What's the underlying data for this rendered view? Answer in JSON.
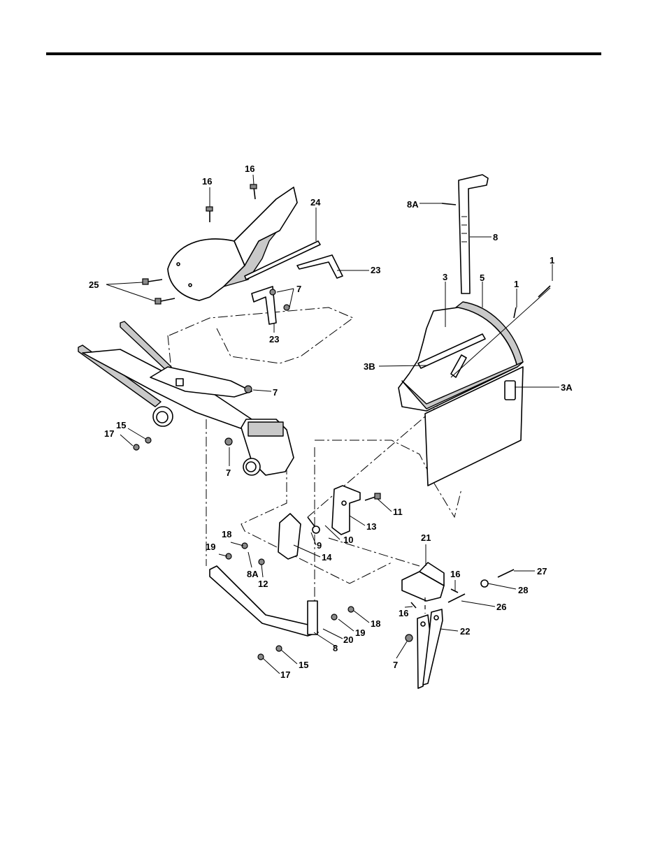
{
  "callouts": [
    {
      "id": "c16a",
      "text": "16"
    },
    {
      "id": "c16b",
      "text": "16"
    },
    {
      "id": "c24",
      "text": "24"
    },
    {
      "id": "c25",
      "text": "25"
    },
    {
      "id": "c23a",
      "text": "23"
    },
    {
      "id": "c7a",
      "text": "7"
    },
    {
      "id": "c23b",
      "text": "23"
    },
    {
      "id": "c7b",
      "text": "7"
    },
    {
      "id": "c15a",
      "text": "15"
    },
    {
      "id": "c17a",
      "text": "17"
    },
    {
      "id": "c7c",
      "text": "7"
    },
    {
      "id": "c8Aa",
      "text": "8A"
    },
    {
      "id": "c8a",
      "text": "8"
    },
    {
      "id": "c1a",
      "text": "1"
    },
    {
      "id": "c3",
      "text": "3"
    },
    {
      "id": "c5",
      "text": "5"
    },
    {
      "id": "c1b",
      "text": "1"
    },
    {
      "id": "c3B",
      "text": "3B"
    },
    {
      "id": "c3A",
      "text": "3A"
    },
    {
      "id": "c11",
      "text": "11"
    },
    {
      "id": "c13",
      "text": "13"
    },
    {
      "id": "c9",
      "text": "9"
    },
    {
      "id": "c10",
      "text": "10"
    },
    {
      "id": "c14",
      "text": "14"
    },
    {
      "id": "c18a",
      "text": "18"
    },
    {
      "id": "c19a",
      "text": "19"
    },
    {
      "id": "c8Ab",
      "text": "8A"
    },
    {
      "id": "c12",
      "text": "12"
    },
    {
      "id": "c21",
      "text": "21"
    },
    {
      "id": "c16c",
      "text": "16"
    },
    {
      "id": "c27",
      "text": "27"
    },
    {
      "id": "c28",
      "text": "28"
    },
    {
      "id": "c16d",
      "text": "16"
    },
    {
      "id": "c26",
      "text": "26"
    },
    {
      "id": "c18b",
      "text": "18"
    },
    {
      "id": "c19b",
      "text": "19"
    },
    {
      "id": "c20",
      "text": "20"
    },
    {
      "id": "c8b",
      "text": "8"
    },
    {
      "id": "c22",
      "text": "22"
    },
    {
      "id": "c7d",
      "text": "7"
    },
    {
      "id": "c15b",
      "text": "15"
    },
    {
      "id": "c17b",
      "text": "17"
    }
  ]
}
